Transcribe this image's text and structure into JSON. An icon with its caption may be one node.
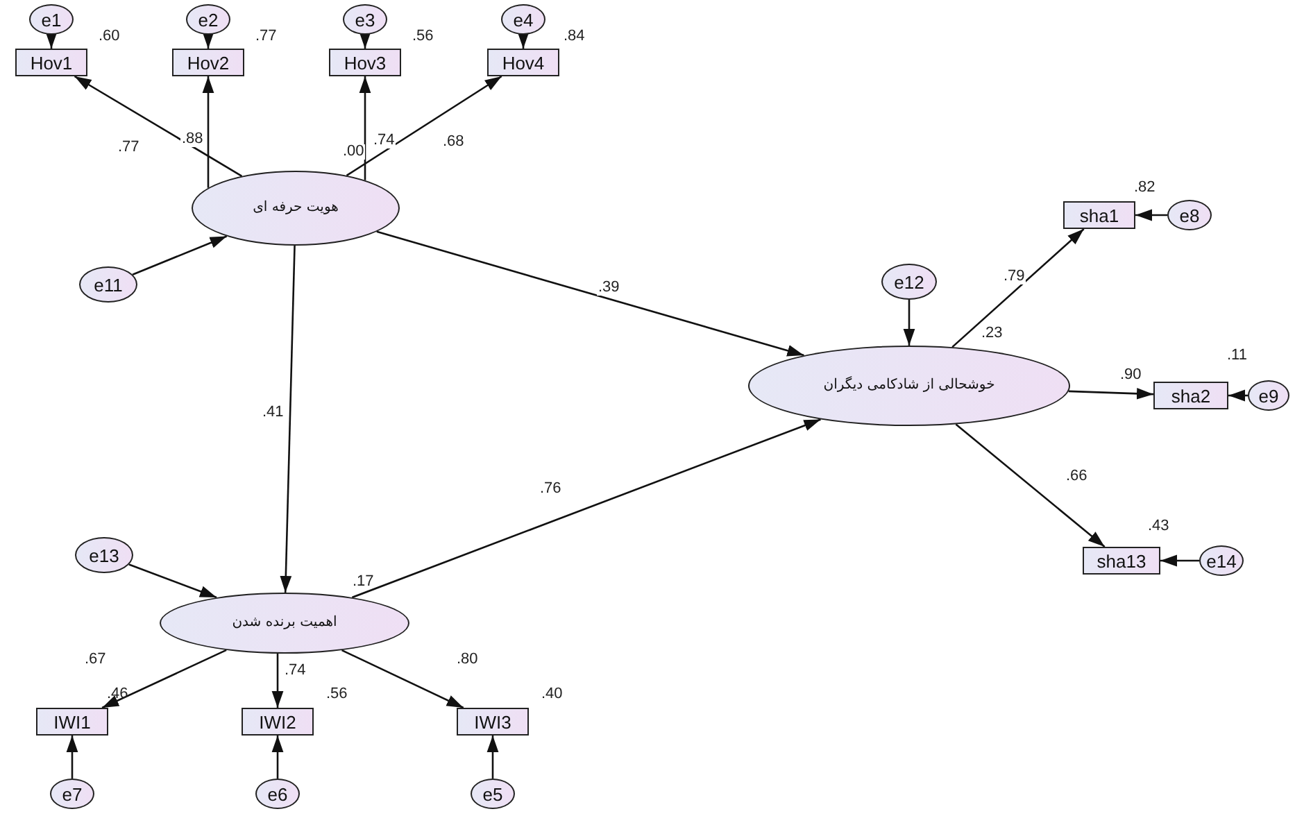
{
  "diagram": {
    "nodes": [
      {
        "text": [
          "e1"
        ]
      },
      {
        "text": [
          "e2"
        ]
      },
      {
        "text": [
          "e3"
        ]
      },
      {
        "text": [
          "e4"
        ]
      },
      {
        "text": [
          "Hov1"
        ],
        "beside": [
          ".60"
        ]
      },
      {
        "text": [
          "Hov2"
        ],
        "beside": [
          ".77"
        ]
      },
      {
        "text": [
          "Hov3"
        ],
        "beside": [
          ".56"
        ]
      },
      {
        "text": [
          "Hov4"
        ],
        "beside": [
          ".84"
        ]
      },
      {
        "text": [
          "هویت حرفه ای"
        ]
      },
      {
        "text": [
          "e11"
        ]
      },
      {
        "text": [
          "e12"
        ]
      },
      {
        "text": [
          "خوشحالی از شادکامی دیگران"
        ],
        "beside": [
          ".23"
        ]
      },
      {
        "text": [
          "sha1"
        ],
        "beside": [
          ".82"
        ]
      },
      {
        "text": [
          "e8"
        ]
      },
      {
        "text": [
          "sha2"
        ],
        "beside": [
          ".11"
        ]
      },
      {
        "text": [
          "e9"
        ]
      },
      {
        "text": [
          "sha13"
        ],
        "beside": [
          ".43"
        ]
      },
      {
        "text": [
          "e14"
        ]
      },
      {
        "text": [
          "e13"
        ]
      },
      {
        "text": [
          "اهمیت برنده شدن"
        ],
        "beside": [
          ".17"
        ]
      },
      {
        "text": [
          "IWI1"
        ],
        "beside": [
          ".46"
        ]
      },
      {
        "text": [
          "IWI2"
        ],
        "beside": [
          ".56"
        ]
      },
      {
        "text": [
          "IWI3"
        ],
        "beside": [
          ".40"
        ]
      },
      {
        "text": [
          "e7"
        ]
      },
      {
        "text": [
          "e6"
        ]
      },
      {
        "text": [
          "e5"
        ]
      }
    ],
    "edges": [
      {
        "from": 0,
        "to": 4,
        "arrow": "to"
      },
      {
        "from": 1,
        "to": 5,
        "arrow": "to"
      },
      {
        "from": 2,
        "to": 6,
        "arrow": "to"
      },
      {
        "from": 3,
        "to": 7,
        "arrow": "to"
      },
      {
        "from": 8,
        "to": 4,
        "arrow": "to",
        "label": ".77"
      },
      {
        "from": 8,
        "to": 5,
        "arrow": "to",
        "label": ".88"
      },
      {
        "from": 8,
        "to": 6,
        "arrow": "to",
        "label": ".74"
      },
      {
        "from": 8,
        "to": 7,
        "arrow": "to",
        "label": ".68"
      },
      {
        "from": 9,
        "to": 8,
        "arrow": "to"
      },
      {
        "from": 8,
        "to": 11,
        "arrow": "to",
        "label": ".39"
      },
      {
        "from": 8,
        "to": 19,
        "arrow": "to",
        "label": ".41"
      },
      {
        "from": 19,
        "to": 11,
        "arrow": "to",
        "label": ".76"
      },
      {
        "from": 10,
        "to": 11,
        "arrow": "to"
      },
      {
        "from": 11,
        "to": 12,
        "arrow": "to",
        "label": ".79"
      },
      {
        "from": 11,
        "to": 14,
        "arrow": "to",
        "label": ".90"
      },
      {
        "from": 11,
        "to": 16,
        "arrow": "to",
        "label": ".66"
      },
      {
        "from": 13,
        "to": 12,
        "arrow": "to"
      },
      {
        "from": 15,
        "to": 14,
        "arrow": "to"
      },
      {
        "from": 17,
        "to": 16,
        "arrow": "to"
      },
      {
        "from": 18,
        "to": 19,
        "arrow": "to"
      },
      {
        "from": 19,
        "to": 20,
        "arrow": "to",
        "label": ".67"
      },
      {
        "from": 19,
        "to": 21,
        "arrow": "to",
        "label": ".74"
      },
      {
        "from": 19,
        "to": 22,
        "arrow": "to",
        "label": ".80"
      },
      {
        "from": 23,
        "to": 20,
        "arrow": "to"
      },
      {
        "from": 24,
        "to": 21,
        "arrow": "to"
      },
      {
        "from": 25,
        "to": 22,
        "arrow": "to"
      }
    ],
    "labels": [
      ".00"
    ]
  }
}
